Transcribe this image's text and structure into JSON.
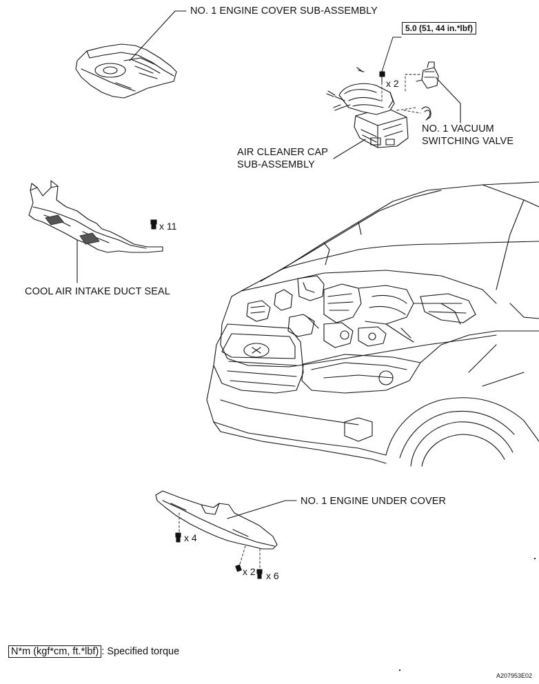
{
  "labels": {
    "engine_cover": "NO. 1 ENGINE COVER SUB-ASSEMBLY",
    "vsv_line1": "NO. 1 VACUUM",
    "vsv_line2": "SWITCHING VALVE",
    "air_cleaner_line1": "AIR CLEANER CAP",
    "air_cleaner_line2": "SUB-ASSEMBLY",
    "duct_seal": "COOL AIR INTAKE DUCT SEAL",
    "under_cover": "NO. 1 ENGINE UNDER COVER"
  },
  "torque_spec": "5.0 (51, 44 in.*lbf)",
  "quantities": {
    "air_cleaner_bolts": "x 2",
    "duct_seal_clips": "x 11",
    "under_cover_bolts": "x 4",
    "under_cover_screws": "x 2",
    "under_cover_clips": "x 6"
  },
  "legend": {
    "unit": "N*m (kgf*cm, ft.*lbf)",
    "description": ": Specified torque"
  },
  "figure_code": "A207953E02"
}
